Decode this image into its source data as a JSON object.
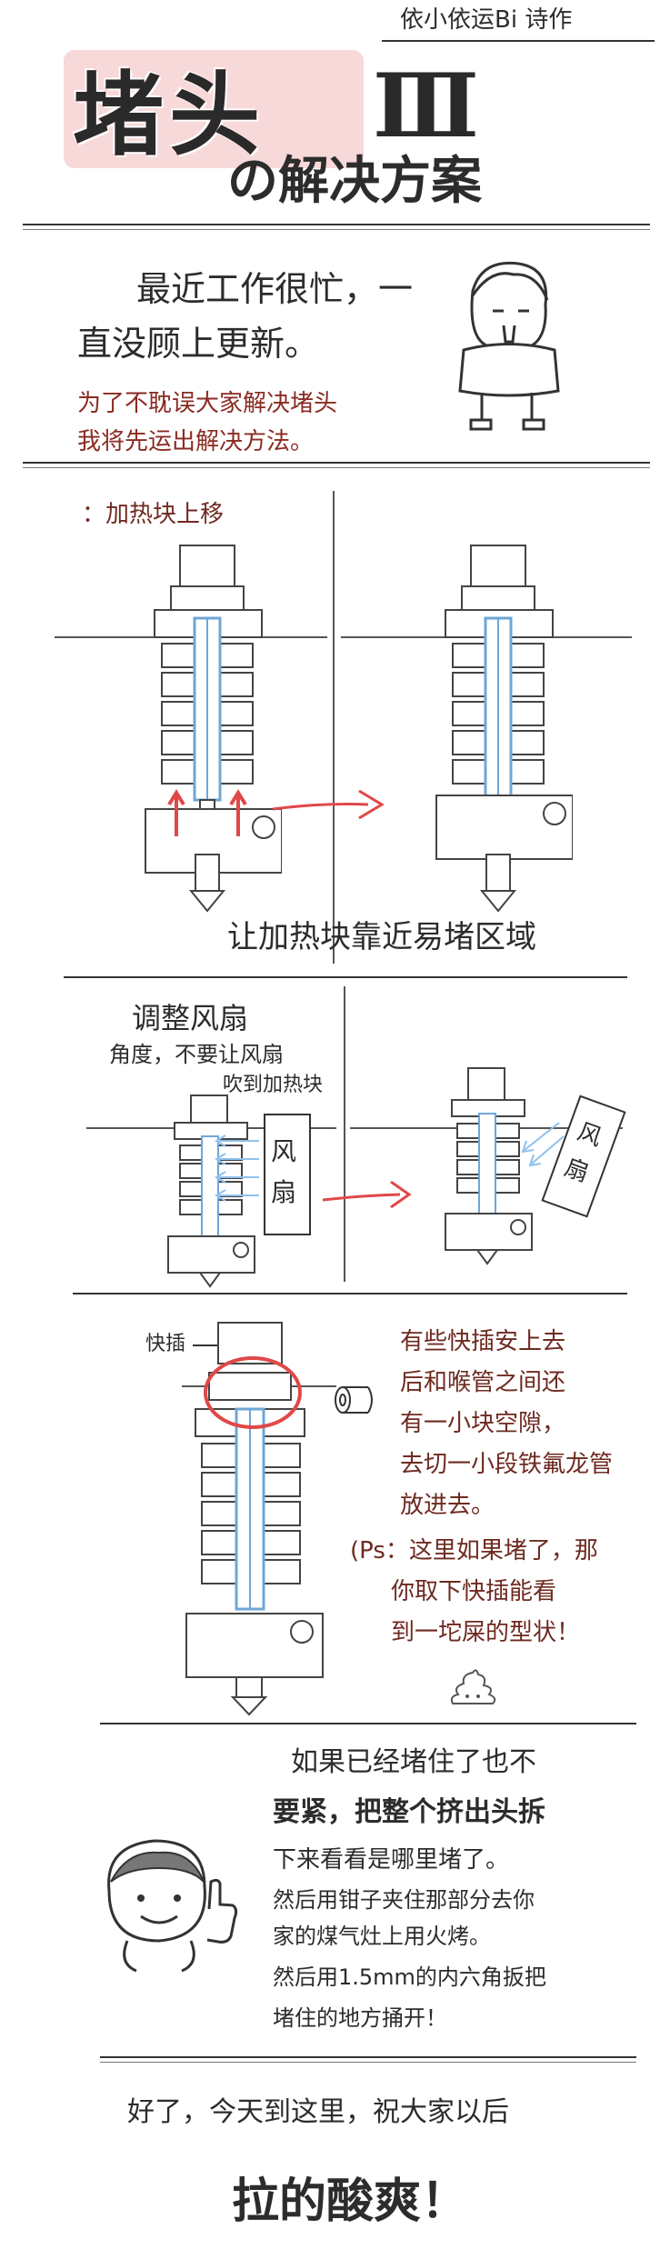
{
  "header": {
    "author": "依小依运Bi 诗作",
    "title_main": "堵头",
    "title_numeral": "Ⅲ",
    "subtitle": "の解决方案"
  },
  "intro": {
    "line1": "最近工作很忙，一",
    "line2": "直没顾上更新。",
    "red_line1": "为了不耽误大家解决堵头",
    "red_line2": "我将先运出解决方法。"
  },
  "panel1": {
    "caption_top": "：加热块上移",
    "caption_bottom": "让加热块靠近易堵区域"
  },
  "panel2": {
    "caption_line1": "调整风扇",
    "caption_line2": "角度，不要让风扇",
    "caption_line3": "吹到加热块",
    "fan_label_left": "风扇",
    "fan_label_right": "风扇"
  },
  "panel3": {
    "label_connector": "快插",
    "note_line1": "有些快插安上去",
    "note_line2": "后和喉管之间还",
    "note_line3": "有一小块空隙，",
    "note_line4": "去切一小段铁氟龙管",
    "note_line5": "放进去。",
    "note_line6": "(Ps：这里如果堵了，那",
    "note_line7": "你取下快插能看",
    "note_line8": "到一坨屎的型状！"
  },
  "panel4": {
    "line1": "如果已经堵住了也不",
    "line2": "要紧，把整个挤出头拆",
    "line3": "下来看看是哪里堵了。",
    "line4": "然后用钳子夹住那部分去你",
    "line5": "家的煤气灶上用火烤。",
    "line6": "然后用1.5mm的内六角扳把",
    "line7": "堵住的地方捅开！"
  },
  "outro": {
    "line1": "好了，今天到这里，祝大家以后",
    "line2": "拉的酸爽！"
  },
  "colors": {
    "ink": "#2c2c2c",
    "red_ink": "#8a2b22",
    "accent_red": "#e04848",
    "blue_thread": "#6fa6d6",
    "fan_blue": "#8fc1ec"
  }
}
